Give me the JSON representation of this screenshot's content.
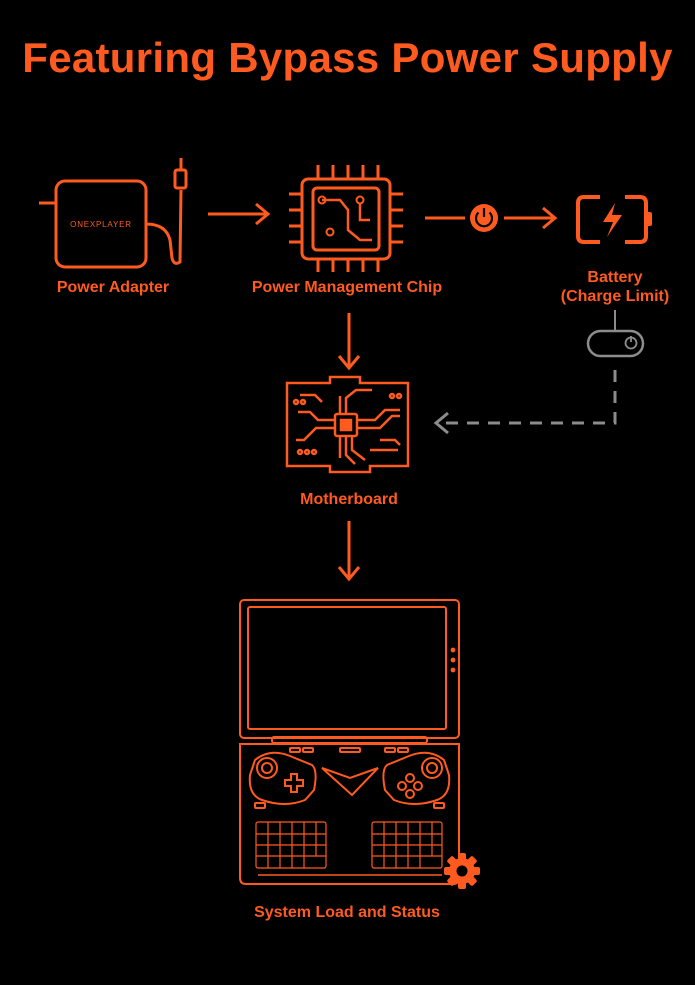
{
  "title": "Featuring Bypass Power Supply",
  "colors": {
    "accent": "#ff5a1f",
    "background": "#000000",
    "dashed": "#8c8c8c"
  },
  "nodes": {
    "power_adapter": {
      "label": "Power Adapter",
      "brand": "ONEXPLAYER",
      "icon": "power-adapter-icon"
    },
    "power_chip": {
      "label": "Power Management Chip",
      "icon": "chip-icon"
    },
    "battery": {
      "label_line1": "Battery",
      "label_line2": "(Charge Limit)",
      "icon": "battery-charging-icon"
    },
    "motherboard": {
      "label": "Motherboard",
      "icon": "circuit-board-icon"
    },
    "system": {
      "label": "System Load and Status",
      "icon": "handheld-device-icon"
    }
  },
  "toggle": {
    "icon": "toggle-switch-icon",
    "state": "off"
  },
  "power_button": {
    "icon": "power-icon"
  },
  "settings": {
    "icon": "gear-icon"
  }
}
